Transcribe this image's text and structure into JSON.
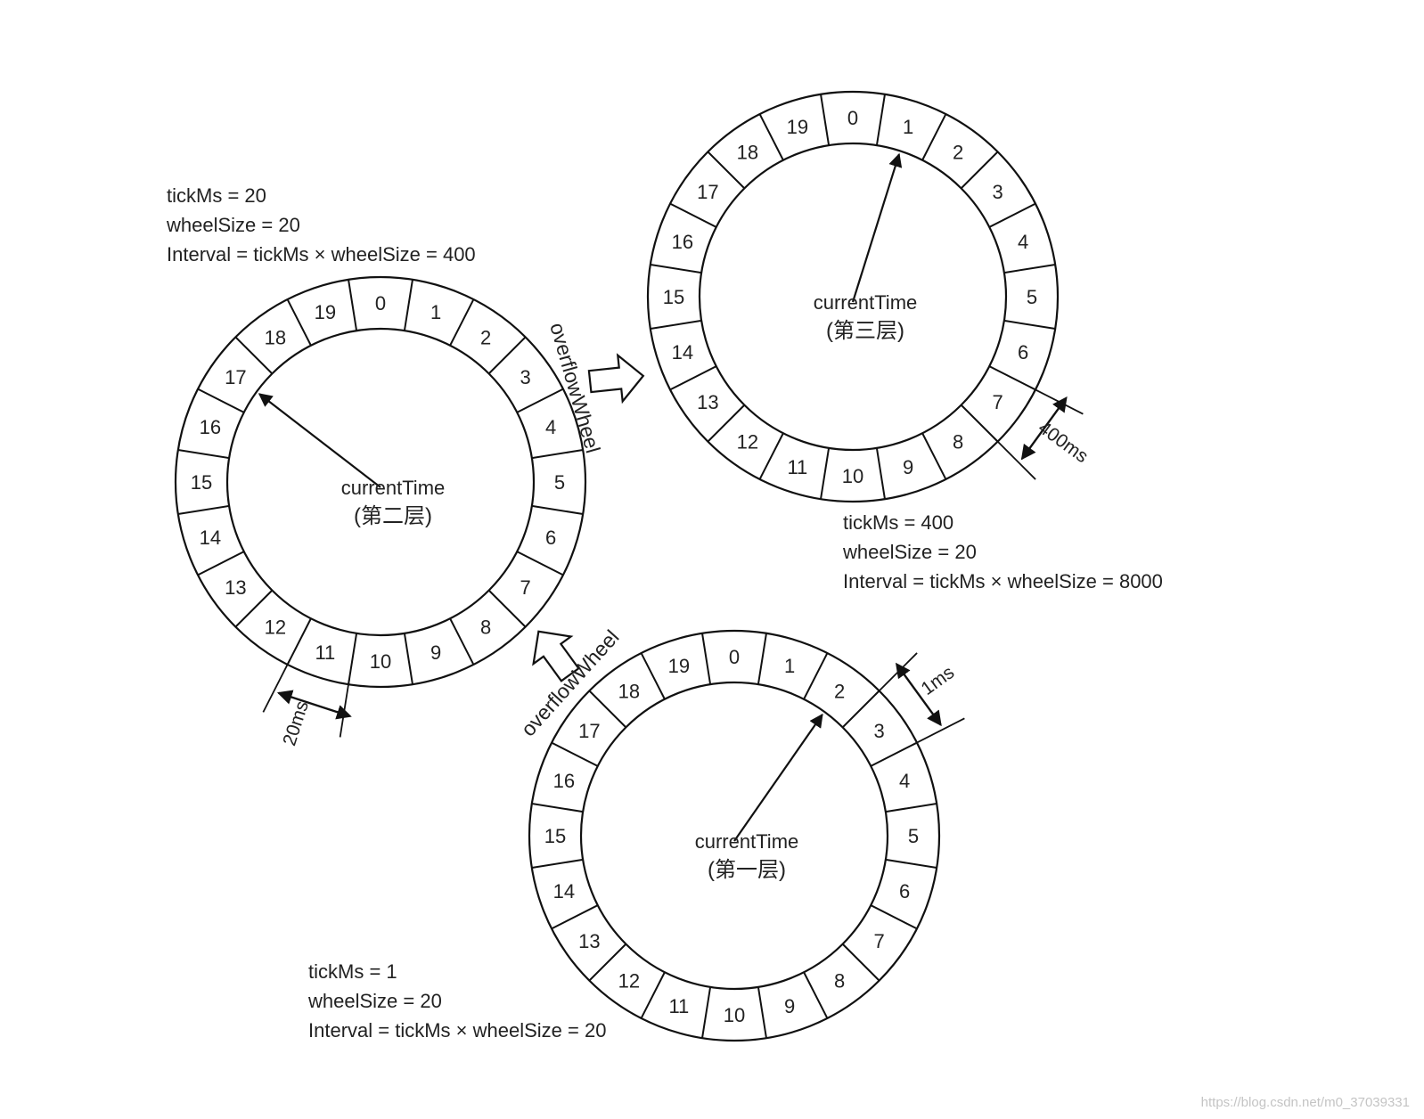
{
  "wheel_labels": [
    "0",
    "1",
    "2",
    "3",
    "4",
    "5",
    "6",
    "7",
    "8",
    "9",
    "10",
    "11",
    "12",
    "13",
    "14",
    "15",
    "16",
    "17",
    "18",
    "19"
  ],
  "wheels": [
    {
      "id": "level-1",
      "center_title": "currentTime",
      "center_layer": "(第一层)",
      "pointer_slot": 2,
      "tick_label": "1ms",
      "tick_slot": 3,
      "params": [
        "tickMs = 1",
        "wheelSize = 20",
        "Interval = tickMs × wheelSize = 20"
      ]
    },
    {
      "id": "level-2",
      "center_title": "currentTime",
      "center_layer": "(第二层)",
      "pointer_slot": 17,
      "tick_label": "20ms",
      "tick_slot": 11,
      "params": [
        "tickMs = 20",
        "wheelSize = 20",
        "Interval = tickMs × wheelSize = 400"
      ]
    },
    {
      "id": "level-3",
      "center_title": "currentTime",
      "center_layer": "(第三层)",
      "pointer_slot": 1,
      "tick_label": "400ms",
      "tick_slot": 7,
      "params": [
        "tickMs = 400",
        "wheelSize = 20",
        "Interval = tickMs × wheelSize = 8000"
      ]
    }
  ],
  "overflow_label": "overflowWheel",
  "watermark": "https://blog.csdn.net/m0_37039331"
}
